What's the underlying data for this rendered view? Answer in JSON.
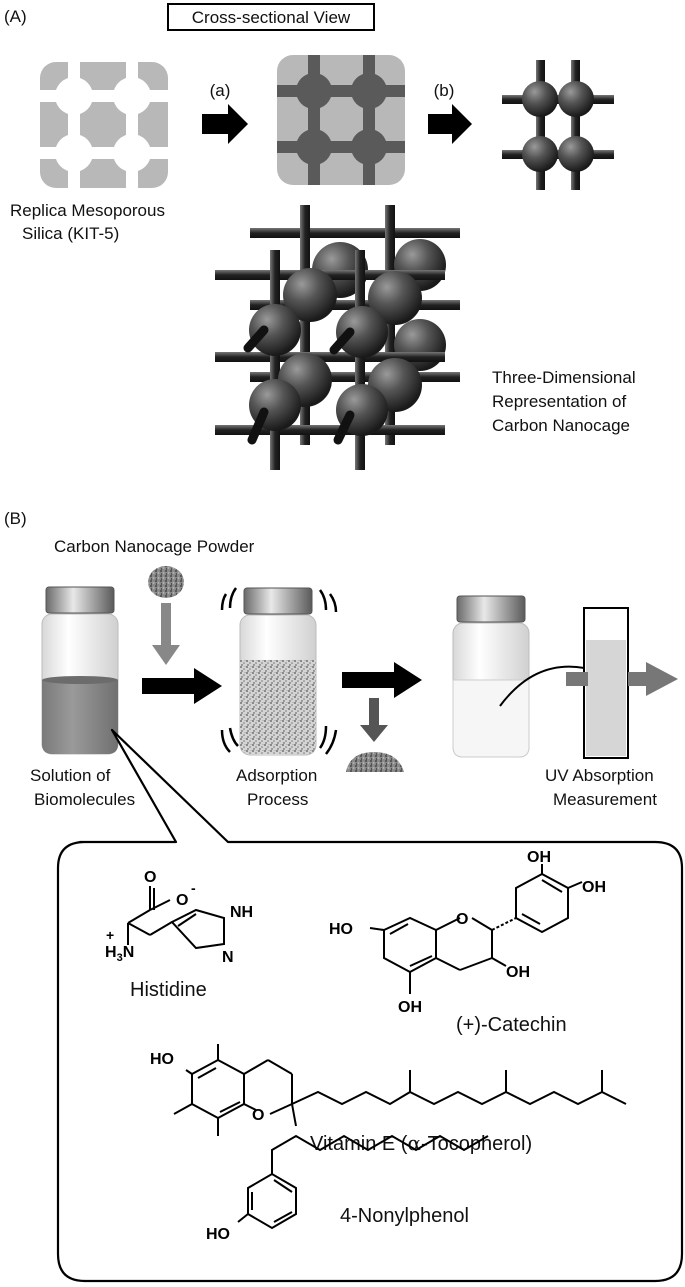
{
  "panel_a": {
    "label": "(A)",
    "title": "Cross-sectional View",
    "step_a": "(a)",
    "step_b": "(b)",
    "silica_caption": [
      "Replica Mesoporous",
      "Silica (KIT-5)"
    ],
    "three_d_caption": [
      "Three-Dimensional",
      "Representation of",
      "Carbon Nanocage"
    ]
  },
  "panel_b": {
    "label": "(B)",
    "powder_label": "Carbon Nanocage Powder",
    "solution_caption": [
      "Solution of",
      "Biomolecules"
    ],
    "adsorption_caption": [
      "Adsorption",
      "Process"
    ],
    "uv_caption": [
      "UV Absorption",
      "Measurement"
    ]
  },
  "molecules": {
    "histidine": {
      "name": "Histidine",
      "atoms": {
        "o_minus": "O",
        "minus": "-",
        "o": "O",
        "nh": "NH",
        "n": "N",
        "plus": "+",
        "h3n": "H",
        "h3n_sub": "3",
        "h3n_n": "N"
      }
    },
    "catechin": {
      "name": "(+)-Catechin",
      "atoms": {
        "oh_top1": "OH",
        "oh_top2": "OH",
        "ho_left": "HO",
        "o_ring": "O",
        "oh_3": "OH",
        "oh_5": "OH"
      }
    },
    "vitamin_e": {
      "name_prefix": "Vitamin E (",
      "alpha": "α",
      "name_suffix": "-Tocopherol)",
      "atoms": {
        "ho": "HO",
        "o": "O"
      }
    },
    "nonylphenol": {
      "name": "4-Nonylphenol",
      "atoms": {
        "ho": "HO"
      }
    }
  },
  "colors": {
    "silica": "#b8b8b8",
    "carbon": "#4a4a4a",
    "arrow": "#000000",
    "liquid": "#8a8a8a",
    "cap": "#9a9a9a"
  }
}
